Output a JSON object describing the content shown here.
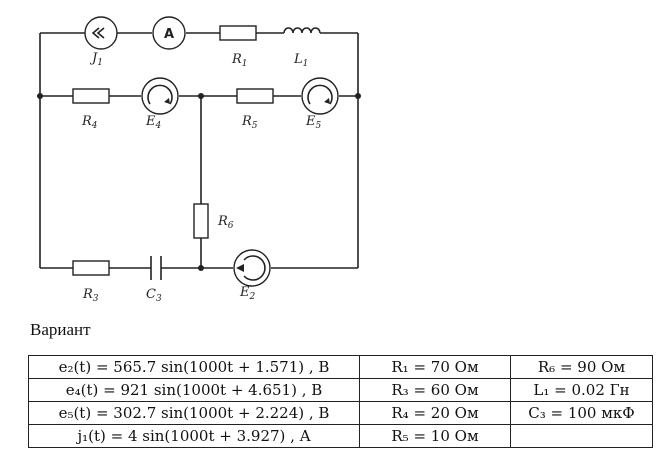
{
  "circuit": {
    "labels": {
      "J1": "J",
      "J1_sub": "1",
      "ammeter": "A",
      "R1": "R",
      "R1_sub": "1",
      "L1": "L",
      "L1_sub": "1",
      "R4": "R",
      "R4_sub": "4",
      "E4": "E",
      "E4_sub": "4",
      "R5": "R",
      "R5_sub": "5",
      "E5": "E",
      "E5_sub": "5",
      "R6": "R",
      "R6_sub": "6",
      "R3": "R",
      "R3_sub": "3",
      "C3": "C",
      "C3_sub": "3",
      "E2": "E",
      "E2_sub": "2"
    }
  },
  "variant": {
    "title": "Вариант",
    "rows": [
      [
        "e₂(t) = 565.7 sin(1000t + 1.571) , B",
        "R₁ = 70 Ом",
        "R₆ = 90 Ом"
      ],
      [
        "e₄(t) = 921 sin(1000t + 4.651) , B",
        "R₃ = 60 Ом",
        "L₁ = 0.02 Гн"
      ],
      [
        "e₅(t) = 302.7 sin(1000t + 2.224) , B",
        "R₄ = 20 Ом",
        "C₃ = 100 мкФ"
      ],
      [
        "j₁(t) = 4 sin(1000t + 3.927) , A",
        "R₅ = 10 Ом",
        ""
      ]
    ]
  }
}
